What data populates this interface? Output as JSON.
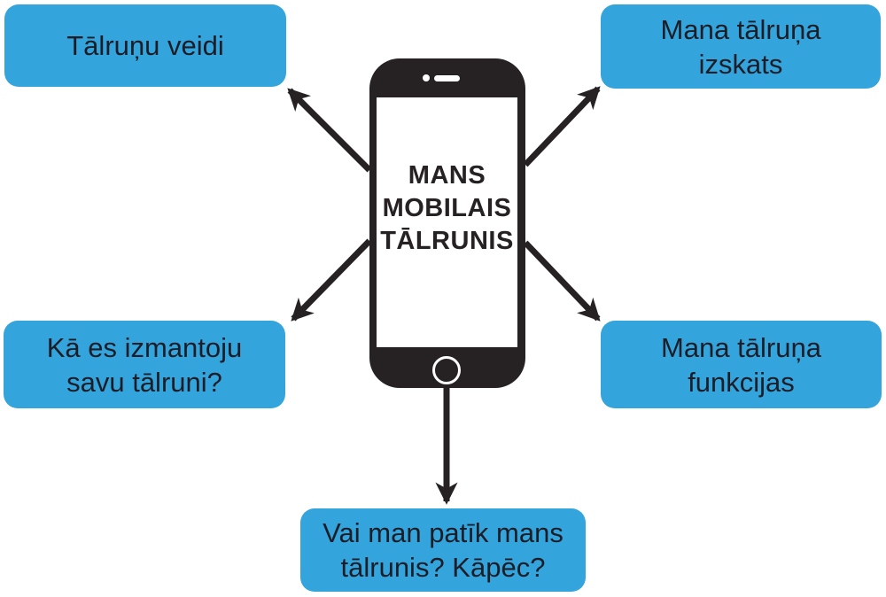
{
  "diagram": {
    "center": {
      "title": "MANS\nMOBILAIS\nTĀLRUNIS",
      "icon": "smartphone-icon"
    },
    "nodes": [
      {
        "id": "talrunu-veidi",
        "label": "Tālruņu veidi",
        "position": "top-left"
      },
      {
        "id": "mana-talruna-izskats",
        "label": "Mana tālruņa\nizskats",
        "position": "top-right"
      },
      {
        "id": "ka-es-izmantoju",
        "label": "Kā es izmantoju\nsavu tālruni?",
        "position": "bottom-left"
      },
      {
        "id": "mana-talruna-funkcijas",
        "label": "Mana tālruņa\nfunkcijas",
        "position": "bottom-right"
      },
      {
        "id": "vai-man-patik",
        "label": "Vai man patīk mans\ntālrunis? Kāpēc?",
        "position": "bottom-center"
      }
    ],
    "colors": {
      "node_fill": "#34A4DC",
      "node_text": "#1d1d27",
      "phone_body": "#262123",
      "arrow": "#262123",
      "background": "#ffffff"
    }
  }
}
